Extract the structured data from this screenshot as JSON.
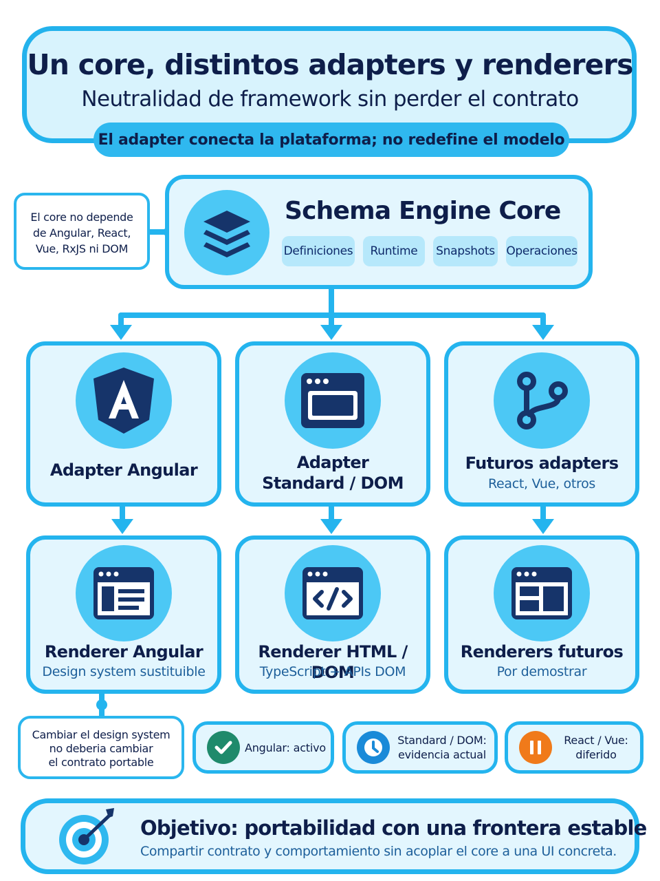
{
  "header": {
    "title": "Un core, distintos adapters y renderers",
    "subtitle": "Neutralidad de framework sin perder el contrato",
    "tagline": "El adapter conecta la plataforma; no redefine el modelo"
  },
  "core": {
    "title": "Schema Engine Core",
    "chips": [
      "Definiciones",
      "Runtime",
      "Snapshots",
      "Operaciones"
    ],
    "icon": "stack-layers-icon",
    "note": [
      "El core no depende",
      "de Angular, React,",
      "Vue, RxJS ni DOM"
    ]
  },
  "adapters": [
    {
      "title": "Adapter Angular",
      "subtitle": "",
      "icon": "angular-icon"
    },
    {
      "title_lines": [
        "Adapter",
        "Standard / DOM"
      ],
      "subtitle": "",
      "icon": "browser-window-icon"
    },
    {
      "title": "Futuros adapters",
      "subtitle": "React, Vue, otros",
      "icon": "branch-icon"
    }
  ],
  "renderers": [
    {
      "title": "Renderer Angular",
      "subtitle": "Design system sustituible",
      "icon": "form-window-icon"
    },
    {
      "title": "Renderer HTML / DOM",
      "subtitle": "TypeScript + APIs DOM",
      "icon": "code-window-icon"
    },
    {
      "title": "Renderers futuros",
      "subtitle": "Por demostrar",
      "icon": "layout-window-icon"
    }
  ],
  "renderer_note": [
    "Cambiar el design system",
    "no deberia cambiar",
    "el contrato portable"
  ],
  "statuses": [
    {
      "lines": [
        "Angular: activo"
      ],
      "icon": "check-icon",
      "color": "#1f8a6b"
    },
    {
      "lines": [
        "Standard / DOM:",
        "evidencia actual"
      ],
      "icon": "clock-icon",
      "color": "#1a8ad8"
    },
    {
      "lines": [
        "React / Vue:",
        "diferido"
      ],
      "icon": "pause-icon",
      "color": "#f07a1a"
    }
  ],
  "goal": {
    "title": "Objetivo: portabilidad con una frontera estable",
    "subtitle": "Compartir contrato y comportamiento sin acoplar el core a una UI concreta.",
    "icon": "target-icon"
  },
  "colors": {
    "accent": "#24b4ee",
    "box_fill": "#e3f6fe",
    "icon_circle": "#4cc8f5",
    "navy": "#0e1e4a"
  }
}
